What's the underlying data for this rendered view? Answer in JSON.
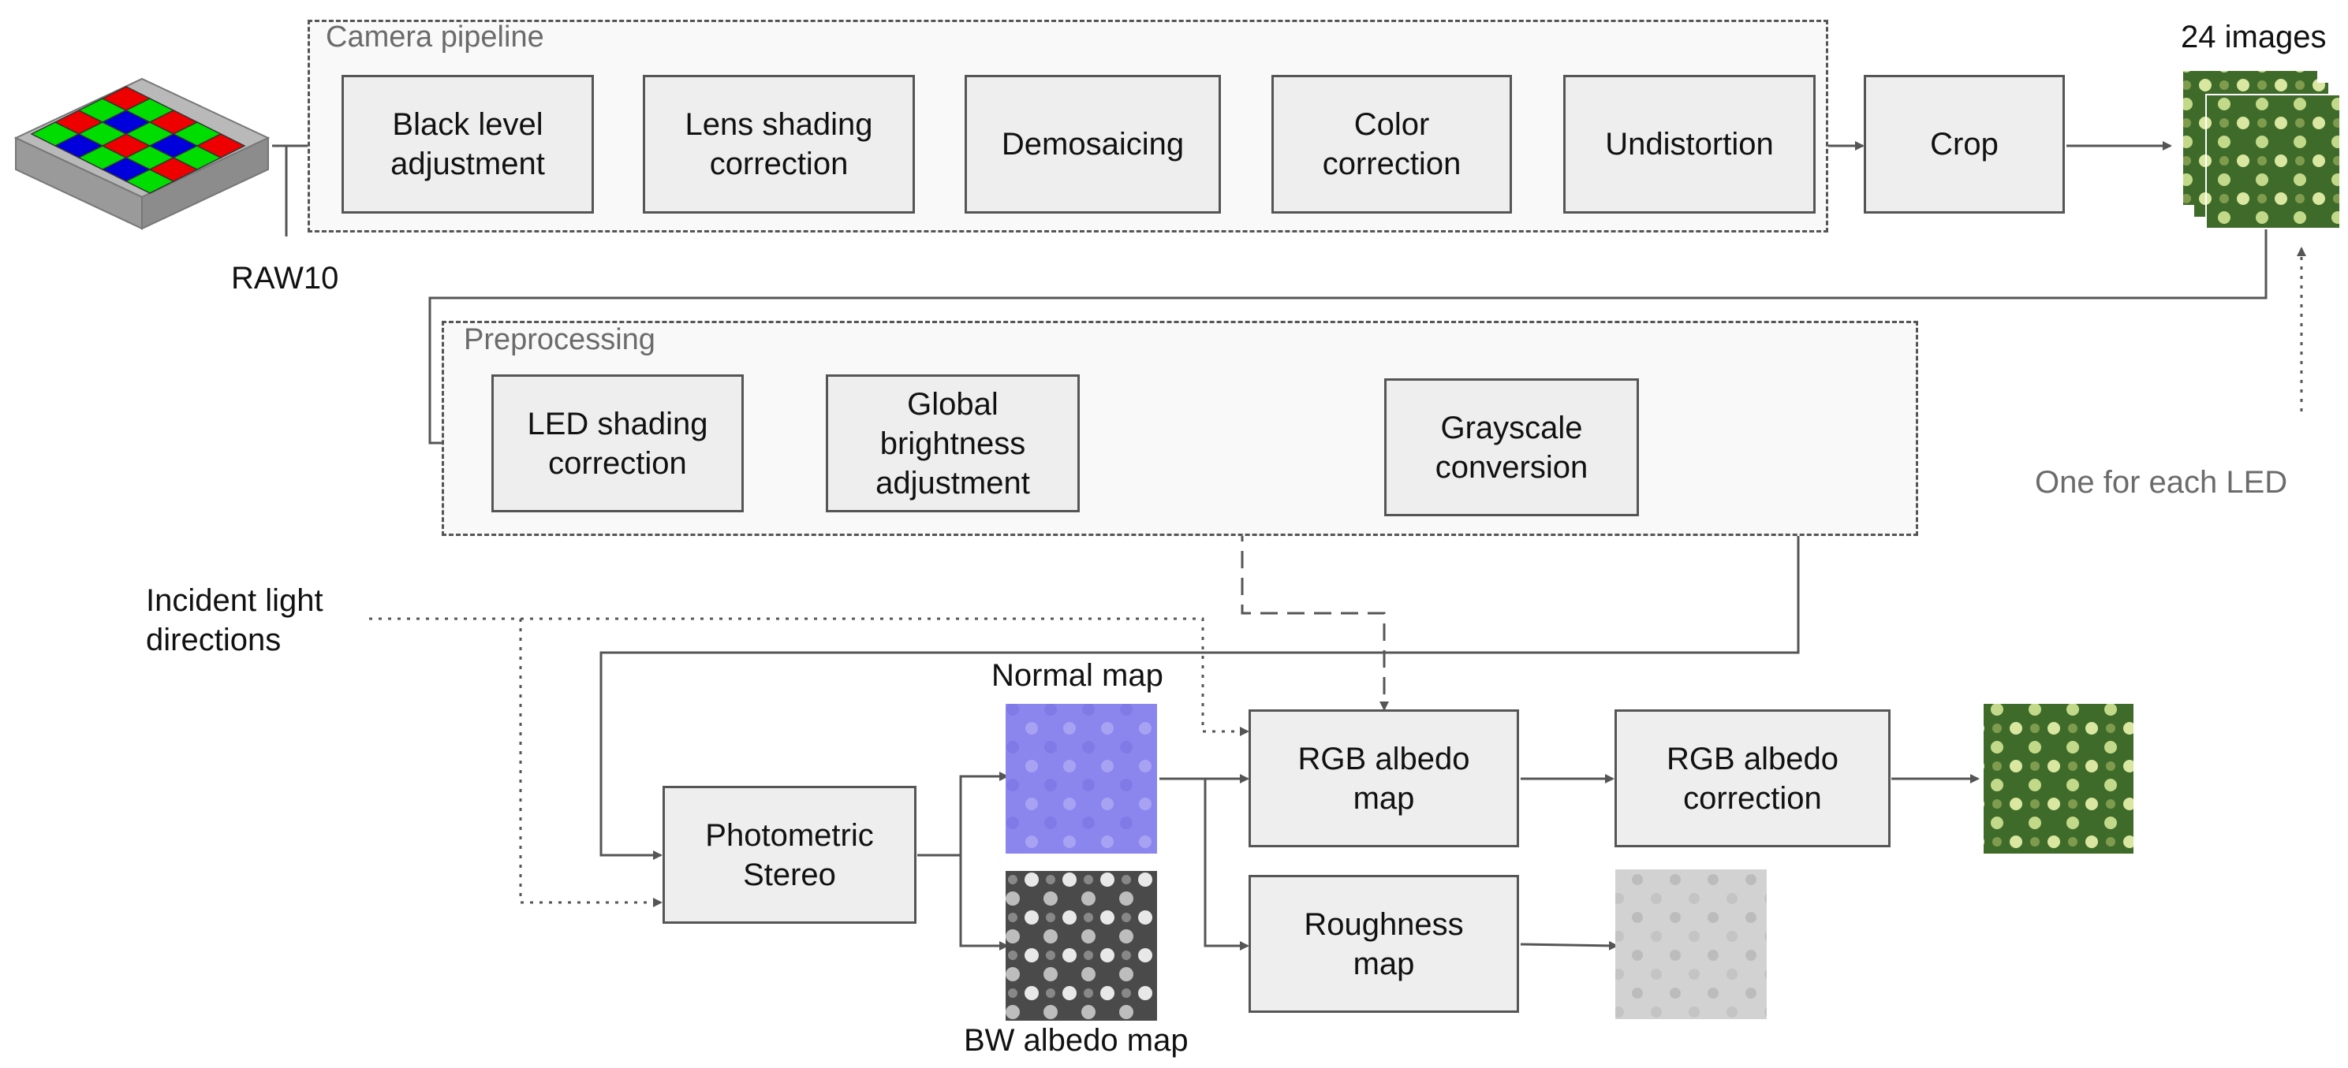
{
  "camera_pipeline": {
    "title": "Camera pipeline",
    "steps": [
      "Black level\nadjustment",
      "Lens shading\ncorrection",
      "Demosaicing",
      "Color\ncorrection",
      "Undistortion"
    ]
  },
  "crop": "Crop",
  "raw_label": "RAW10",
  "images_label": "24 images",
  "led_note": "One for each LED",
  "preprocessing": {
    "title": "Preprocessing",
    "steps": [
      "LED shading\ncorrection",
      "Global\nbrightness\nadjustment",
      "Grayscale\nconversion"
    ]
  },
  "incident_label": "Incident light\ndirections",
  "photometric_stereo": "Photometric\nStereo",
  "normal_map_label": "Normal map",
  "bw_albedo_label": "BW albedo map",
  "rgb_albedo_map": "RGB albedo\nmap",
  "rgb_albedo_correction": "RGB albedo\ncorrection",
  "roughness_map": "Roughness\nmap",
  "colors": {
    "box_fill": "#eeeeee",
    "box_border": "#555555",
    "arrow": "#555555",
    "green_fabric": "#3f6b2a",
    "dot_yellow": "#d9e7a0",
    "normal_blue": "#8b86ee"
  }
}
